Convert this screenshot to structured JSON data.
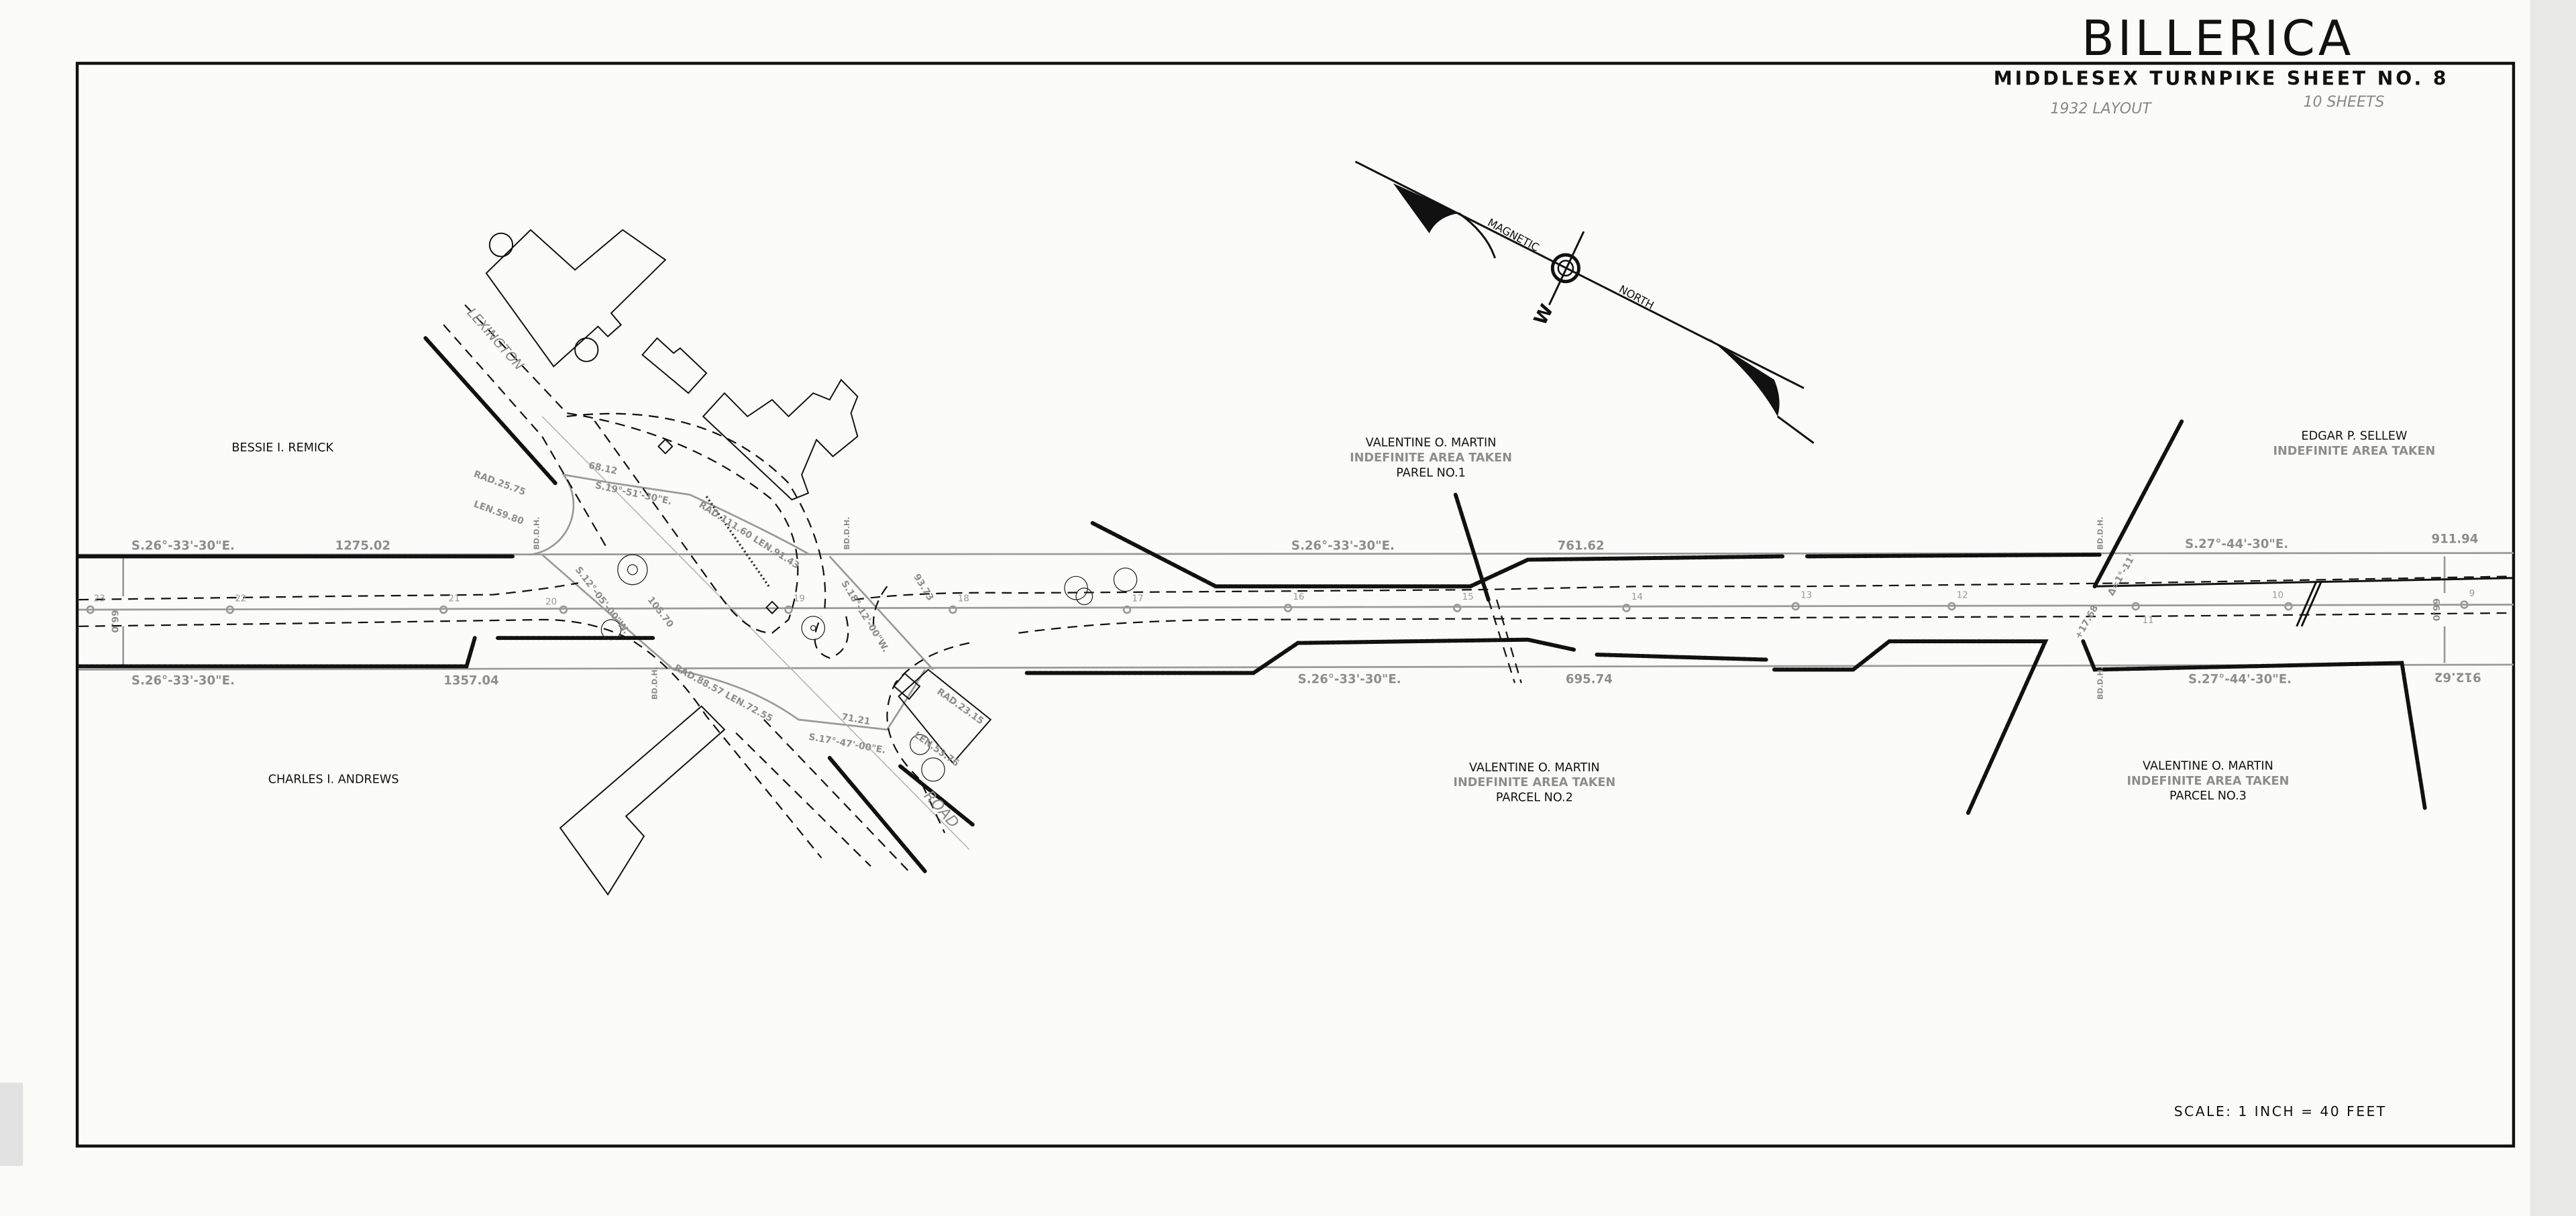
{
  "header": {
    "town": "BILLERICA",
    "subtitle": "MIDDLESEX TURNPIKE   SHEET NO. 8",
    "handwritten_layout": "1932 LAYOUT",
    "handwritten_sheets": "10 SHEETS"
  },
  "owners": {
    "remick": "BESSIE I. REMICK",
    "andrews": "CHARLES I. ANDREWS",
    "parcel1": {
      "name": "VALENTINE O. MARTIN",
      "note": "INDEFINITE AREA TAKEN",
      "parcel": "PAREL NO.1"
    },
    "parcel2": {
      "name": "VALENTINE O. MARTIN",
      "note": "INDEFINITE AREA TAKEN",
      "parcel": "PARCEL NO.2"
    },
    "parcel3": {
      "name": "VALENTINE O. MARTIN",
      "note": "INDEFINITE AREA TAKEN",
      "parcel": "PARCEL NO.3"
    },
    "sellew": {
      "name": "EDGAR P. SELLEW",
      "note": "INDEFINITE AREA TAKEN"
    }
  },
  "layout_lines": {
    "north_left_bearing": "S.26°-33'-30\"E.",
    "north_left_length": "1275.02",
    "south_left_bearing": "S.26°-33'-30\"E.",
    "south_left_length": "1357.04",
    "north_mid_bearing": "S.26°-33'-30\"E.",
    "north_mid_length": "761.62",
    "south_mid_bearing": "S.26°-33'-30\"E.",
    "south_mid_length": "695.74",
    "north_right_bearing": "S.27°-44'-30\"E.",
    "north_right_length": "911.94",
    "south_right_bearing": "S.27°-44'-30\"E.",
    "south_right_length": "912.62",
    "width_left": "66.0",
    "width_right": "66.0",
    "bound": "BD.D.H.",
    "plus_station": "+17.68",
    "deflection": "Δ=1°-11'"
  },
  "intersection": {
    "curve1_rad": "RAD.25.75",
    "curve1_len": "LEN.59.80",
    "tangent1_len": "68.12",
    "tangent1_bearing": "S.19°-51'-30\"E.",
    "curve2": "RAD.111.60  LEN.91.43",
    "tangent2_len": "105.70",
    "tangent2_bearing": "S.12°-05'-00\"W.",
    "tangent3_bearing": "S.18°-12'-00\"W.",
    "tangent3_len": "93.73",
    "curve3": "RAD.88.57  LEN.72.55",
    "tangent4_len": "71.21",
    "tangent4_bearing": "S.17°-47'-00\"E.",
    "curve4_rad": "RAD.23.15",
    "curve4_len": "LEN.53.76",
    "street_word1": "LEXINGTON",
    "street_word2": "ROAD"
  },
  "stations": [
    "23",
    "22",
    "21",
    "20",
    "19",
    "18",
    "17",
    "16",
    "15",
    "14",
    "13",
    "12",
    "11",
    "10",
    "9"
  ],
  "north_arrow": {
    "magnetic": "MAGNETIC",
    "north": "NORTH",
    "west": "W"
  },
  "scale": "SCALE:  1 INCH = 40 FEET"
}
